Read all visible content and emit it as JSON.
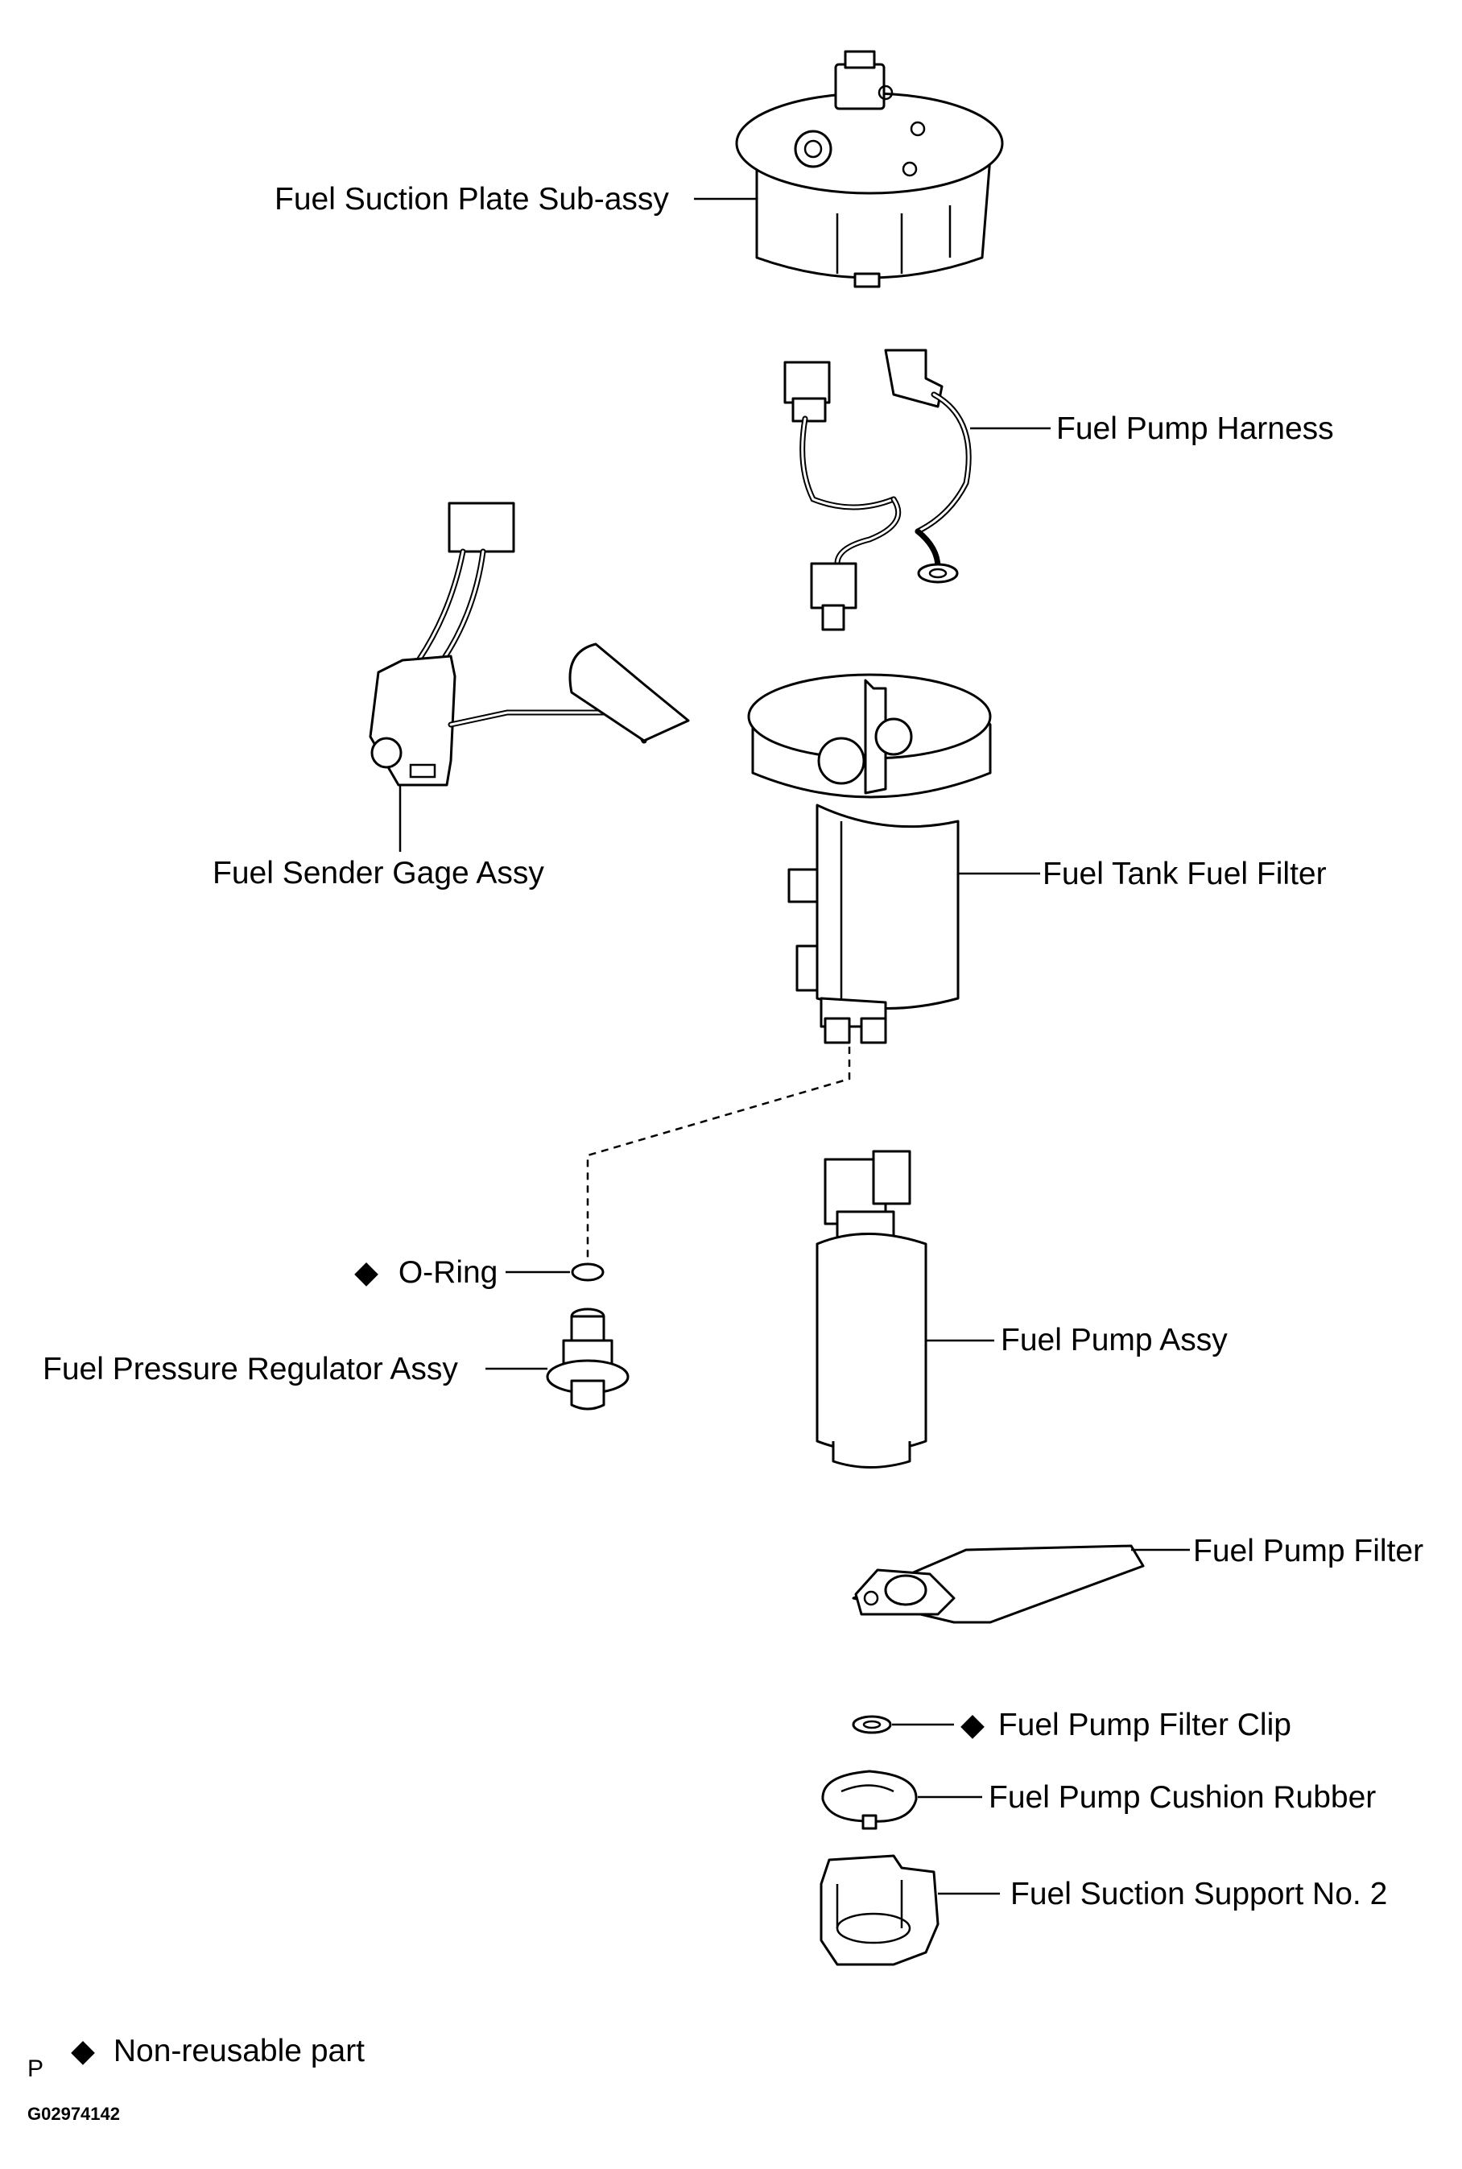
{
  "labels": {
    "fuel_suction_plate": "Fuel Suction Plate Sub-assy",
    "fuel_pump_harness": "Fuel Pump Harness",
    "fuel_sender_gage": "Fuel Sender Gage Assy",
    "fuel_tank_fuel_filter": "Fuel Tank Fuel Filter",
    "o_ring": "O-Ring",
    "fuel_pressure_regulator": "Fuel Pressure Regulator Assy",
    "fuel_pump_assy": "Fuel Pump Assy",
    "fuel_pump_filter": "Fuel Pump Filter",
    "fuel_pump_filter_clip": "Fuel Pump Filter Clip",
    "fuel_pump_cushion_rubber": "Fuel Pump Cushion Rubber",
    "fuel_suction_support_no2": "Fuel Suction Support No. 2"
  },
  "legend": {
    "symbol": "◆",
    "text": "Non-reusable part"
  },
  "footer": {
    "letter": "P",
    "code": "G02974142"
  }
}
